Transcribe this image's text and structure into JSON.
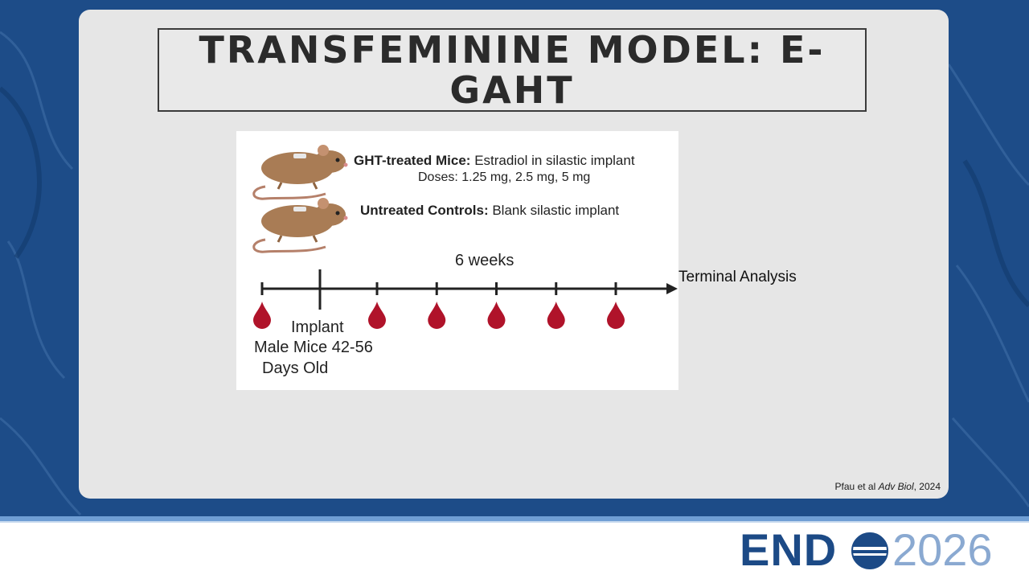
{
  "slide": {
    "title": "TRANSFEMININE MODEL: E-GAHT",
    "citation_authors": "Pfau et al ",
    "citation_journal": "Adv Biol",
    "citation_year": ", 2024"
  },
  "figure": {
    "groups": [
      {
        "label_bold": "GHT-treated Mice:",
        "label_text": " Estradiol in silastic implant",
        "detail": "Doses: 1.25 mg, 2.5 mg, 5 mg"
      },
      {
        "label_bold": "Untreated Controls:",
        "label_text": " Blank silastic implant"
      }
    ],
    "timeline": {
      "duration_label": "6 weeks",
      "end_label": "Terminal Analysis",
      "implant_label": "Implant",
      "mice_label_line1": "Male Mice 42-56",
      "mice_label_line2": "Days Old",
      "blood_draw_count": 6
    }
  },
  "branding": {
    "logo_word": "END",
    "logo_year": "2026"
  },
  "colors": {
    "background": "#1c4a86",
    "card": "#e6e6e6",
    "blood_drop": "#b0132a",
    "mouse": "#a97c55",
    "logo_dark": "#1c4a86",
    "logo_light": "#8aa9d1"
  }
}
